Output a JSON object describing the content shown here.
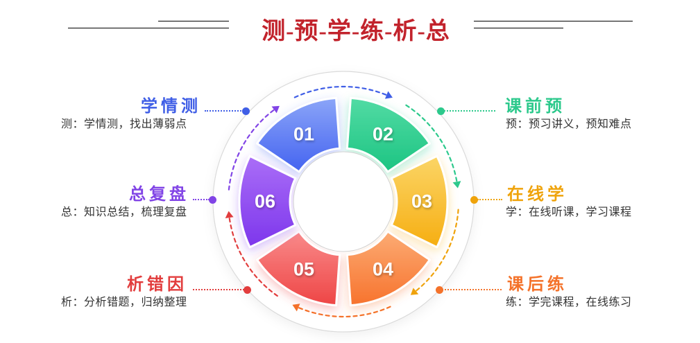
{
  "header": {
    "title": "测-预-学-练-析-总",
    "title_color": "#c2232c"
  },
  "steps": [
    {
      "num": "01",
      "name": "学情测",
      "desc": "测：学情测，找出薄弱点",
      "color": "#3f5ee6",
      "gradient": [
        "#8ba5f8",
        "#4463f0"
      ]
    },
    {
      "num": "02",
      "name": "课前预",
      "desc": "预：预习讲义，预知难点",
      "color": "#2cc98c",
      "gradient": [
        "#52dba4",
        "#1cc482"
      ]
    },
    {
      "num": "03",
      "name": "在线学",
      "desc": "学：在线听课，学习课程",
      "color": "#efa30b",
      "gradient": [
        "#fbd566",
        "#f6ae12"
      ]
    },
    {
      "num": "04",
      "name": "课后练",
      "desc": "练：学完课程，在线练习",
      "color": "#f4722a",
      "gradient": [
        "#fcab74",
        "#f7732d"
      ]
    },
    {
      "num": "05",
      "name": "析错因",
      "desc": "析：分析错题，归纳整理",
      "color": "#e23d3d",
      "gradient": [
        "#f98a8a",
        "#ee4545"
      ]
    },
    {
      "num": "06",
      "name": "总复盘",
      "desc": "总：知识总结，梳理复盘",
      "color": "#8144e6",
      "gradient": [
        "#aa6ef7",
        "#7d36ec"
      ]
    }
  ],
  "diagram_colors": {
    "outer_ring": "#dadada",
    "inner_ring": "#d0d0d0",
    "desc_text": "#333333"
  }
}
